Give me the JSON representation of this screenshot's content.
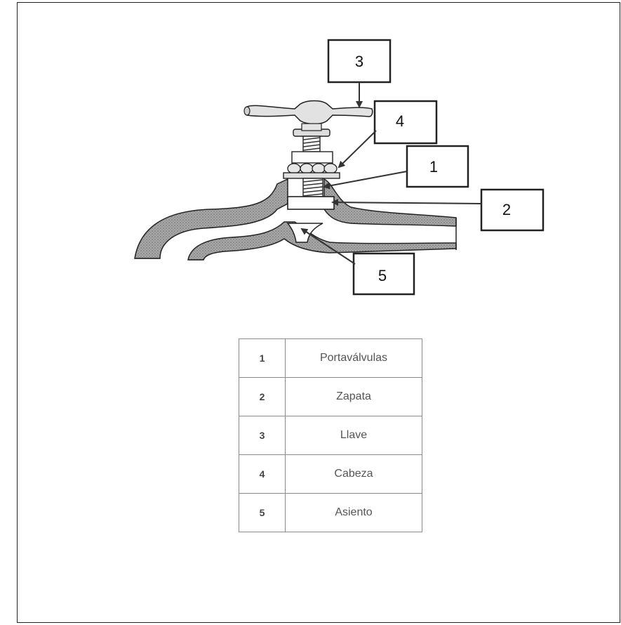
{
  "callouts": [
    {
      "number": "3"
    },
    {
      "number": "4"
    },
    {
      "number": "1"
    },
    {
      "number": "2"
    },
    {
      "number": "5"
    }
  ],
  "legend": {
    "rows": [
      {
        "number": "1",
        "name": "Portaválvulas"
      },
      {
        "number": "2",
        "name": "Zapata"
      },
      {
        "number": "3",
        "name": "Llave"
      },
      {
        "number": "4",
        "name": "Cabeza"
      },
      {
        "number": "5",
        "name": "Asiento"
      }
    ]
  },
  "colors": {
    "ink": "#111111",
    "shading": "#8c8c8c",
    "table_border": "#8a8a8a"
  }
}
